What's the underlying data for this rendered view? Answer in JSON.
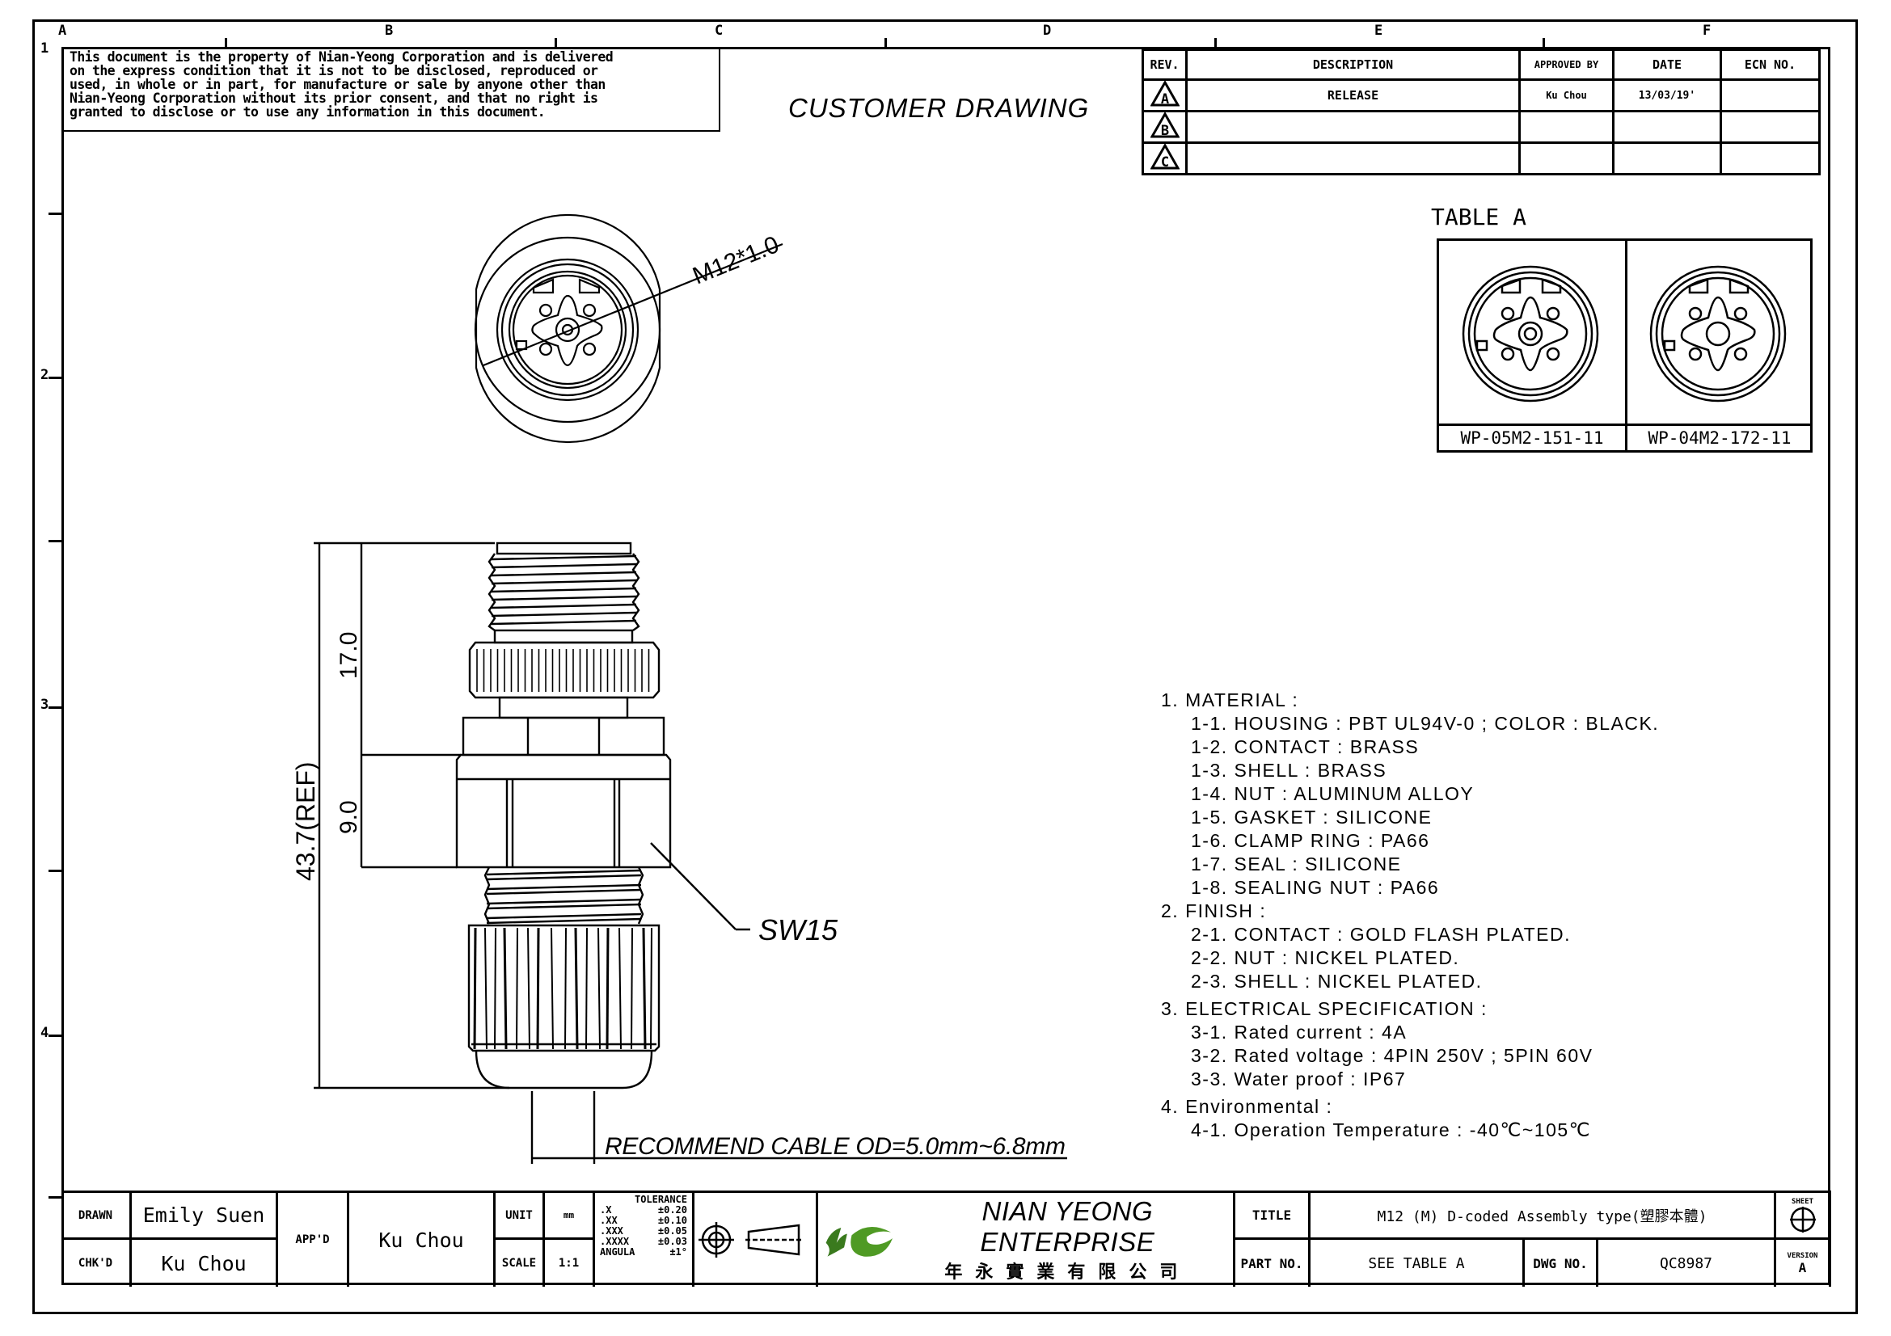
{
  "border": {
    "zone_letters": [
      "A",
      "B",
      "C",
      "D",
      "E",
      "F"
    ],
    "zone_numbers": [
      "1",
      "2",
      "3",
      "4"
    ]
  },
  "notice": {
    "lines": [
      "This document is the property of Nian-Yeong Corporation and is delivered",
      "on  the  express condition that it is not to be disclosed, reproduced or",
      "used, in whole or in part, for manufacture or sale by anyone other than",
      "Nian-Yeong Corporation without  its prior consent, and that  no right  is",
      "granted to disclose or to use any information in this  document."
    ]
  },
  "drawing_title": "CUSTOMER DRAWING",
  "revision_table": {
    "headers": [
      "REV.",
      "DESCRIPTION",
      "APPROVED BY",
      "DATE",
      "ECN NO."
    ],
    "rows": [
      {
        "rev": "A",
        "description": "RELEASE",
        "approved_by": "Ku Chou",
        "date": "13/03/19'",
        "ecn": ""
      },
      {
        "rev": "B",
        "description": "",
        "approved_by": "",
        "date": "",
        "ecn": ""
      },
      {
        "rev": "C",
        "description": "",
        "approved_by": "",
        "date": "",
        "ecn": ""
      }
    ]
  },
  "table_a": {
    "title": "TABLE A",
    "parts": [
      {
        "part_no": "WP-05M2-151-11",
        "pins": 5
      },
      {
        "part_no": "WP-04M2-172-11",
        "pins": 4
      }
    ]
  },
  "front_view": {
    "thread_callout": "M12*1.0"
  },
  "side_view": {
    "dimensions": {
      "overall": "43.7(REF)",
      "thread_length": "17.0",
      "hex_length": "9.0"
    },
    "hex_callout": "SW15",
    "cable_note": "RECOMMEND CABLE OD=5.0mm~6.8mm"
  },
  "notes": [
    {
      "level": 1,
      "text": "1. MATERIAL :"
    },
    {
      "level": 2,
      "text": "1-1. HOUSING : PBT UL94V-0 ; COLOR : BLACK."
    },
    {
      "level": 2,
      "text": "1-2. CONTACT : BRASS"
    },
    {
      "level": 2,
      "text": "1-3. SHELL : BRASS"
    },
    {
      "level": 2,
      "text": "1-4. NUT : ALUMINUM ALLOY"
    },
    {
      "level": 2,
      "text": "1-5. GASKET : SILICONE"
    },
    {
      "level": 2,
      "text": "1-6. CLAMP RING : PA66"
    },
    {
      "level": 2,
      "text": "1-7. SEAL : SILICONE"
    },
    {
      "level": 2,
      "text": "1-8. SEALING NUT : PA66"
    },
    {
      "level": 1,
      "text": "2. FINISH :"
    },
    {
      "level": 2,
      "text": "2-1. CONTACT : GOLD FLASH PLATED."
    },
    {
      "level": 2,
      "text": "2-2. NUT : NICKEL PLATED."
    },
    {
      "level": 2,
      "text": "2-3. SHELL : NICKEL PLATED."
    },
    {
      "level": 1,
      "text": "3. ELECTRICAL SPECIFICATION :"
    },
    {
      "level": 2,
      "text": "3-1. Rated current : 4A"
    },
    {
      "level": 2,
      "text": "3-2. Rated voltage : 4PIN 250V ; 5PIN 60V"
    },
    {
      "level": 2,
      "text": "3-3. Water proof : IP67"
    },
    {
      "level": 1,
      "text": "4. Environmental :"
    },
    {
      "level": 2,
      "text": "4-1. Operation Temperature : -40℃~105℃"
    }
  ],
  "title_block": {
    "drawn_label": "DRAWN",
    "drawn_value": "Emily Suen",
    "checked_label": "CHK'D",
    "checked_value": "Ku Chou",
    "approved_label": "APP'D",
    "approved_value": "Ku Chou",
    "unit_label": "UNIT",
    "unit_value": "mm",
    "scale_label": "SCALE",
    "scale_value": "1:1",
    "tolerance": {
      "title": "TOLERANCE",
      "rows": [
        {
          "k": ".X",
          "v": "±0.20"
        },
        {
          "k": ".XX",
          "v": "±0.10"
        },
        {
          "k": ".XXX",
          "v": "±0.05"
        },
        {
          "k": ".XXXX",
          "v": "±0.03"
        },
        {
          "k": "ANGULA",
          "v": "±1°"
        }
      ]
    },
    "projection_icon": "first-angle-projection-icon",
    "company_en": "NIAN YEONG ENTERPRISE",
    "company_zh": "年永實業有限公司",
    "brand_color": "#3a7a1e",
    "title_label": "TITLE",
    "title_value": "M12 (M) D-coded Assembly type(塑膠本體)",
    "part_no_label": "PART NO.",
    "part_no_value": "SEE TABLE A",
    "dwg_no_label": "DWG NO.",
    "dwg_no_value": "QC8987",
    "sheet_label": "SHEET",
    "version_label": "VERSION",
    "version_value": "A"
  }
}
